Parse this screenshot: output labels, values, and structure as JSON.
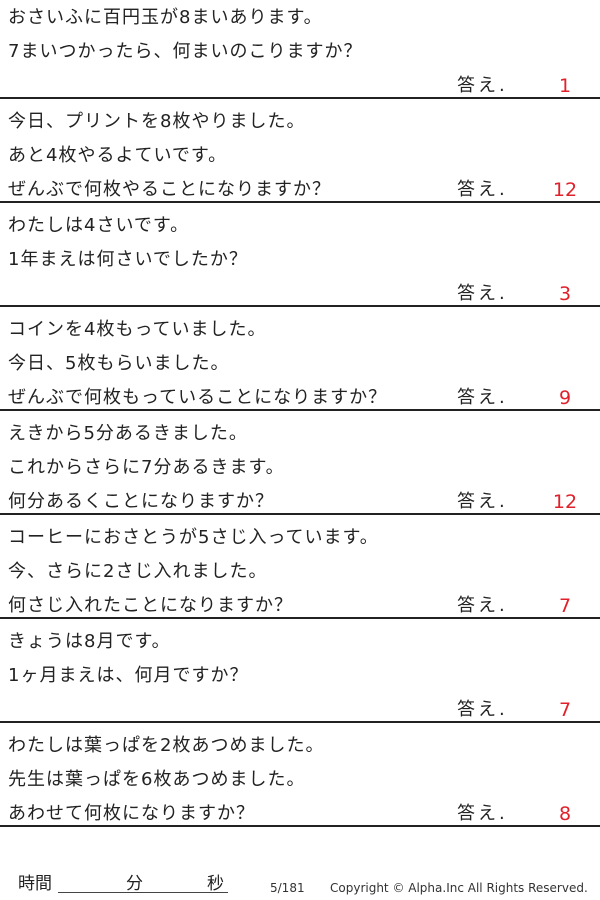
{
  "answer_label": "答え.",
  "problems": [
    {
      "lines": [
        "おさいふに百円玉が8まいあります。",
        "7まいつかったら、何まいのこりますか？",
        ""
      ],
      "answer": "1"
    },
    {
      "lines": [
        "今日、プリントを8枚やりました。",
        "あと4枚やるよていです。",
        "ぜんぶで何枚やることになりますか？"
      ],
      "answer": "12"
    },
    {
      "lines": [
        "わたしは4さいです。",
        "1年まえは何さいでしたか？",
        ""
      ],
      "answer": "3"
    },
    {
      "lines": [
        "コインを4枚もっていました。",
        "今日、5枚もらいました。",
        "ぜんぶで何枚もっていることになりますか？"
      ],
      "answer": "9"
    },
    {
      "lines": [
        "えきから5分あるきました。",
        "これからさらに7分あるきます。",
        "何分あるくことになりますか？"
      ],
      "answer": "12"
    },
    {
      "lines": [
        "コーヒーにおさとうが5さじ入っています。",
        "今、さらに2さじ入れました。",
        "何さじ入れたことになりますか？"
      ],
      "answer": "7"
    },
    {
      "lines": [
        "きょうは8月です。",
        "1ヶ月まえは、何月ですか？",
        ""
      ],
      "answer": "7"
    },
    {
      "lines": [
        "わたしは葉っぱを2枚あつめました。",
        "先生は葉っぱを6枚あつめました。",
        "あわせて何枚になりますか？"
      ],
      "answer": "8"
    }
  ],
  "footer": {
    "time_label": "時間",
    "minutes_label": "分",
    "seconds_label": "秒",
    "page": "5/181",
    "copyright": "Copyright ©  Alpha.Inc All Rights Reserved."
  }
}
